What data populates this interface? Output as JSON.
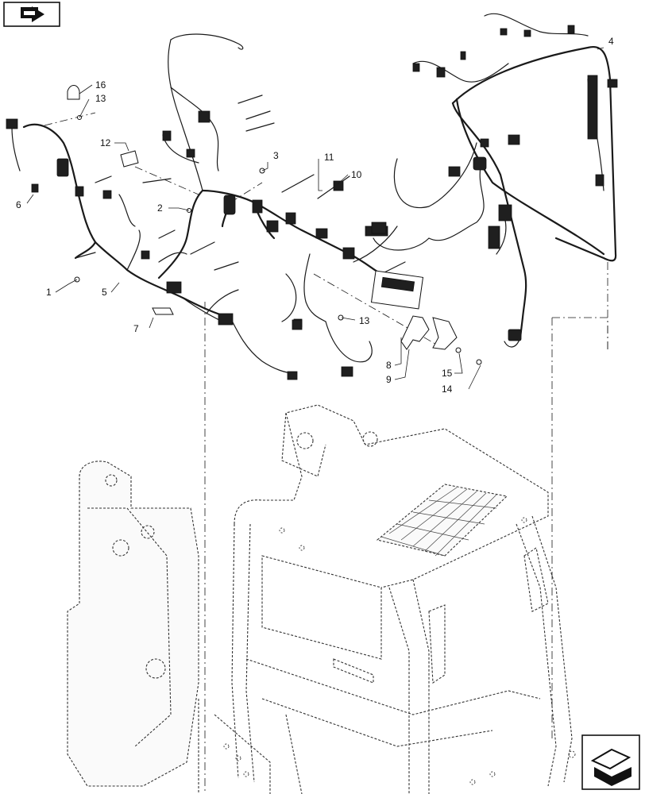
{
  "callouts": {
    "c1": "1",
    "c2": "2",
    "c3": "3",
    "c4": "4",
    "c5": "5",
    "c6": "6",
    "c7": "7",
    "c8": "8",
    "c9": "9",
    "c10": "10",
    "c11": "11",
    "c12": "12",
    "c13a": "13",
    "c13b": "13",
    "c14": "14",
    "c15": "15",
    "c16": "16"
  },
  "icons": {
    "top_left": "back-arrow-icon",
    "bottom_right": "next-arrow-icon"
  }
}
